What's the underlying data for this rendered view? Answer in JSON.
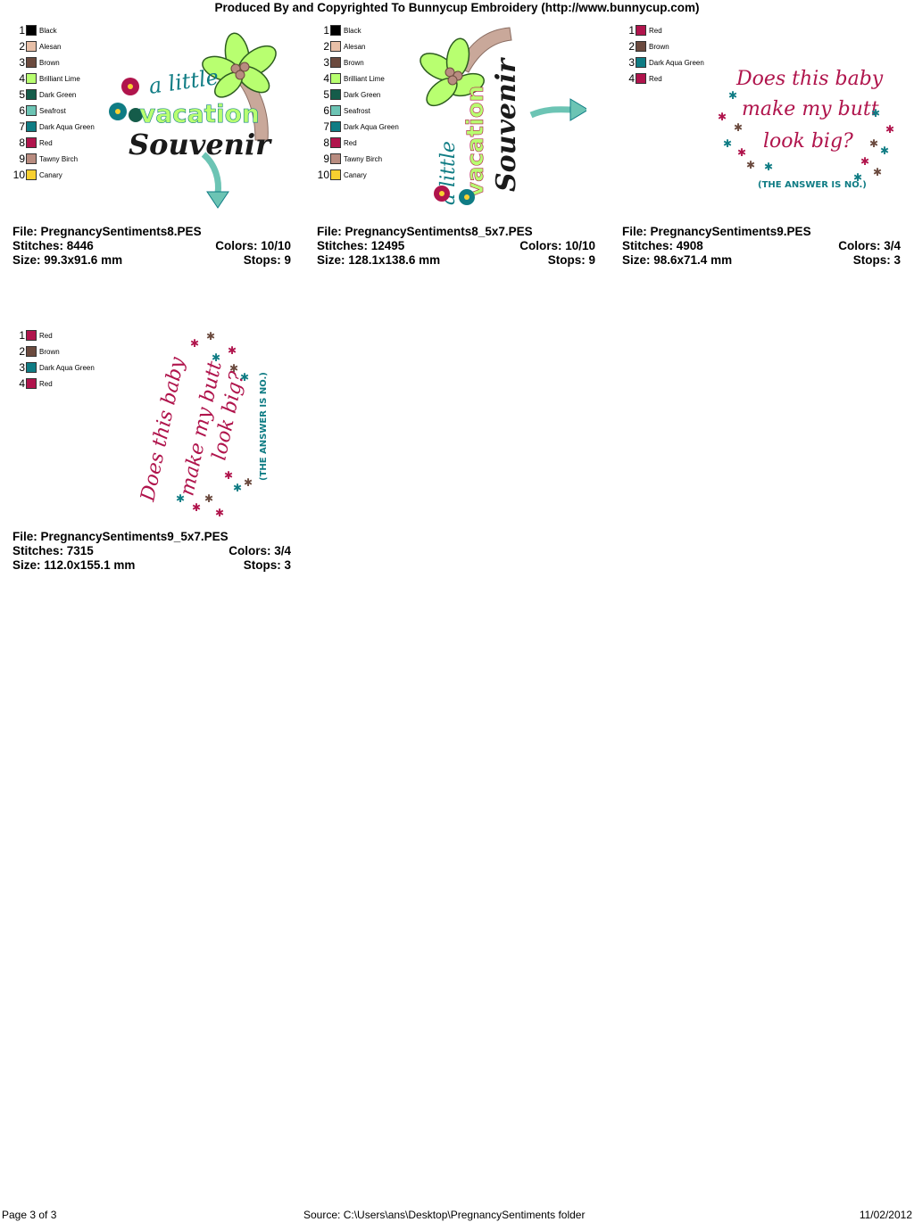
{
  "header": {
    "title": "Produced By and Copyrighted To Bunnycup Embroidery (http://www.bunnycup.com)"
  },
  "designs": [
    {
      "file_label": "File: PregnancySentiments8.PES",
      "stitches_label": "Stitches: 8446",
      "colors_label": "Colors: 10/10",
      "size_label": "Size: 99.3x91.6 mm",
      "stops_label": "Stops: 9",
      "art_text": [
        "a little",
        "vacation",
        "Souvenir"
      ],
      "thread_colors": [
        {
          "num": "1",
          "name": "Black",
          "color": "#000000"
        },
        {
          "num": "2",
          "name": "Alesan",
          "color": "#e8c0a8"
        },
        {
          "num": "3",
          "name": "Brown",
          "color": "#6b4a3e"
        },
        {
          "num": "4",
          "name": "Brilliant Lime",
          "color": "#b8ff70"
        },
        {
          "num": "5",
          "name": "Dark Green",
          "color": "#155c4a"
        },
        {
          "num": "6",
          "name": "Seafrost",
          "color": "#6cc4b4"
        },
        {
          "num": "7",
          "name": "Dark Aqua Green",
          "color": "#0f7c84"
        },
        {
          "num": "8",
          "name": "Red",
          "color": "#b0144c"
        },
        {
          "num": "9",
          "name": "Tawny Birch",
          "color": "#b88c80"
        },
        {
          "num": "10",
          "name": "Canary",
          "color": "#f8d030"
        }
      ]
    },
    {
      "file_label": "File: PregnancySentiments8_5x7.PES",
      "stitches_label": "Stitches: 12495",
      "colors_label": "Colors: 10/10",
      "size_label": "Size: 128.1x138.6 mm",
      "stops_label": "Stops: 9",
      "art_text": [
        "a little",
        "vacation",
        "Souvenir"
      ],
      "thread_colors": [
        {
          "num": "1",
          "name": "Black",
          "color": "#000000"
        },
        {
          "num": "2",
          "name": "Alesan",
          "color": "#e8c0a8"
        },
        {
          "num": "3",
          "name": "Brown",
          "color": "#6b4a3e"
        },
        {
          "num": "4",
          "name": "Brilliant Lime",
          "color": "#b8ff70"
        },
        {
          "num": "5",
          "name": "Dark Green",
          "color": "#155c4a"
        },
        {
          "num": "6",
          "name": "Seafrost",
          "color": "#6cc4b4"
        },
        {
          "num": "7",
          "name": "Dark Aqua Green",
          "color": "#0f7c84"
        },
        {
          "num": "8",
          "name": "Red",
          "color": "#b0144c"
        },
        {
          "num": "9",
          "name": "Tawny Birch",
          "color": "#b88c80"
        },
        {
          "num": "10",
          "name": "Canary",
          "color": "#f8d030"
        }
      ]
    },
    {
      "file_label": "File: PregnancySentiments9.PES",
      "stitches_label": "Stitches: 4908",
      "colors_label": "Colors: 3/4",
      "size_label": "Size: 98.6x71.4 mm",
      "stops_label": "Stops: 3",
      "art_text": [
        "Does this baby",
        "make my butt",
        "look big?",
        "(THE ANSWER IS NO.)"
      ],
      "thread_colors": [
        {
          "num": "1",
          "name": "Red",
          "color": "#b0144c"
        },
        {
          "num": "2",
          "name": "Brown",
          "color": "#6b4a3e"
        },
        {
          "num": "3",
          "name": "Dark Aqua Green",
          "color": "#0f7c84"
        },
        {
          "num": "4",
          "name": "Red",
          "color": "#b0144c"
        }
      ]
    },
    {
      "file_label": "File: PregnancySentiments9_5x7.PES",
      "stitches_label": "Stitches: 7315",
      "colors_label": "Colors: 3/4",
      "size_label": "Size: 112.0x155.1 mm",
      "stops_label": "Stops: 3",
      "art_text": [
        "Does this baby",
        "make my butt",
        "look big?",
        "(THE ANSWER IS NO.)"
      ],
      "thread_colors": [
        {
          "num": "1",
          "name": "Red",
          "color": "#b0144c"
        },
        {
          "num": "2",
          "name": "Brown",
          "color": "#6b4a3e"
        },
        {
          "num": "3",
          "name": "Dark Aqua Green",
          "color": "#0f7c84"
        },
        {
          "num": "4",
          "name": "Red",
          "color": "#b0144c"
        }
      ]
    }
  ],
  "footer": {
    "page": "Page 3 of 3",
    "source": "Source: C:\\Users\\ans\\Desktop\\PregnancySentiments folder",
    "date": "11/02/2012"
  }
}
